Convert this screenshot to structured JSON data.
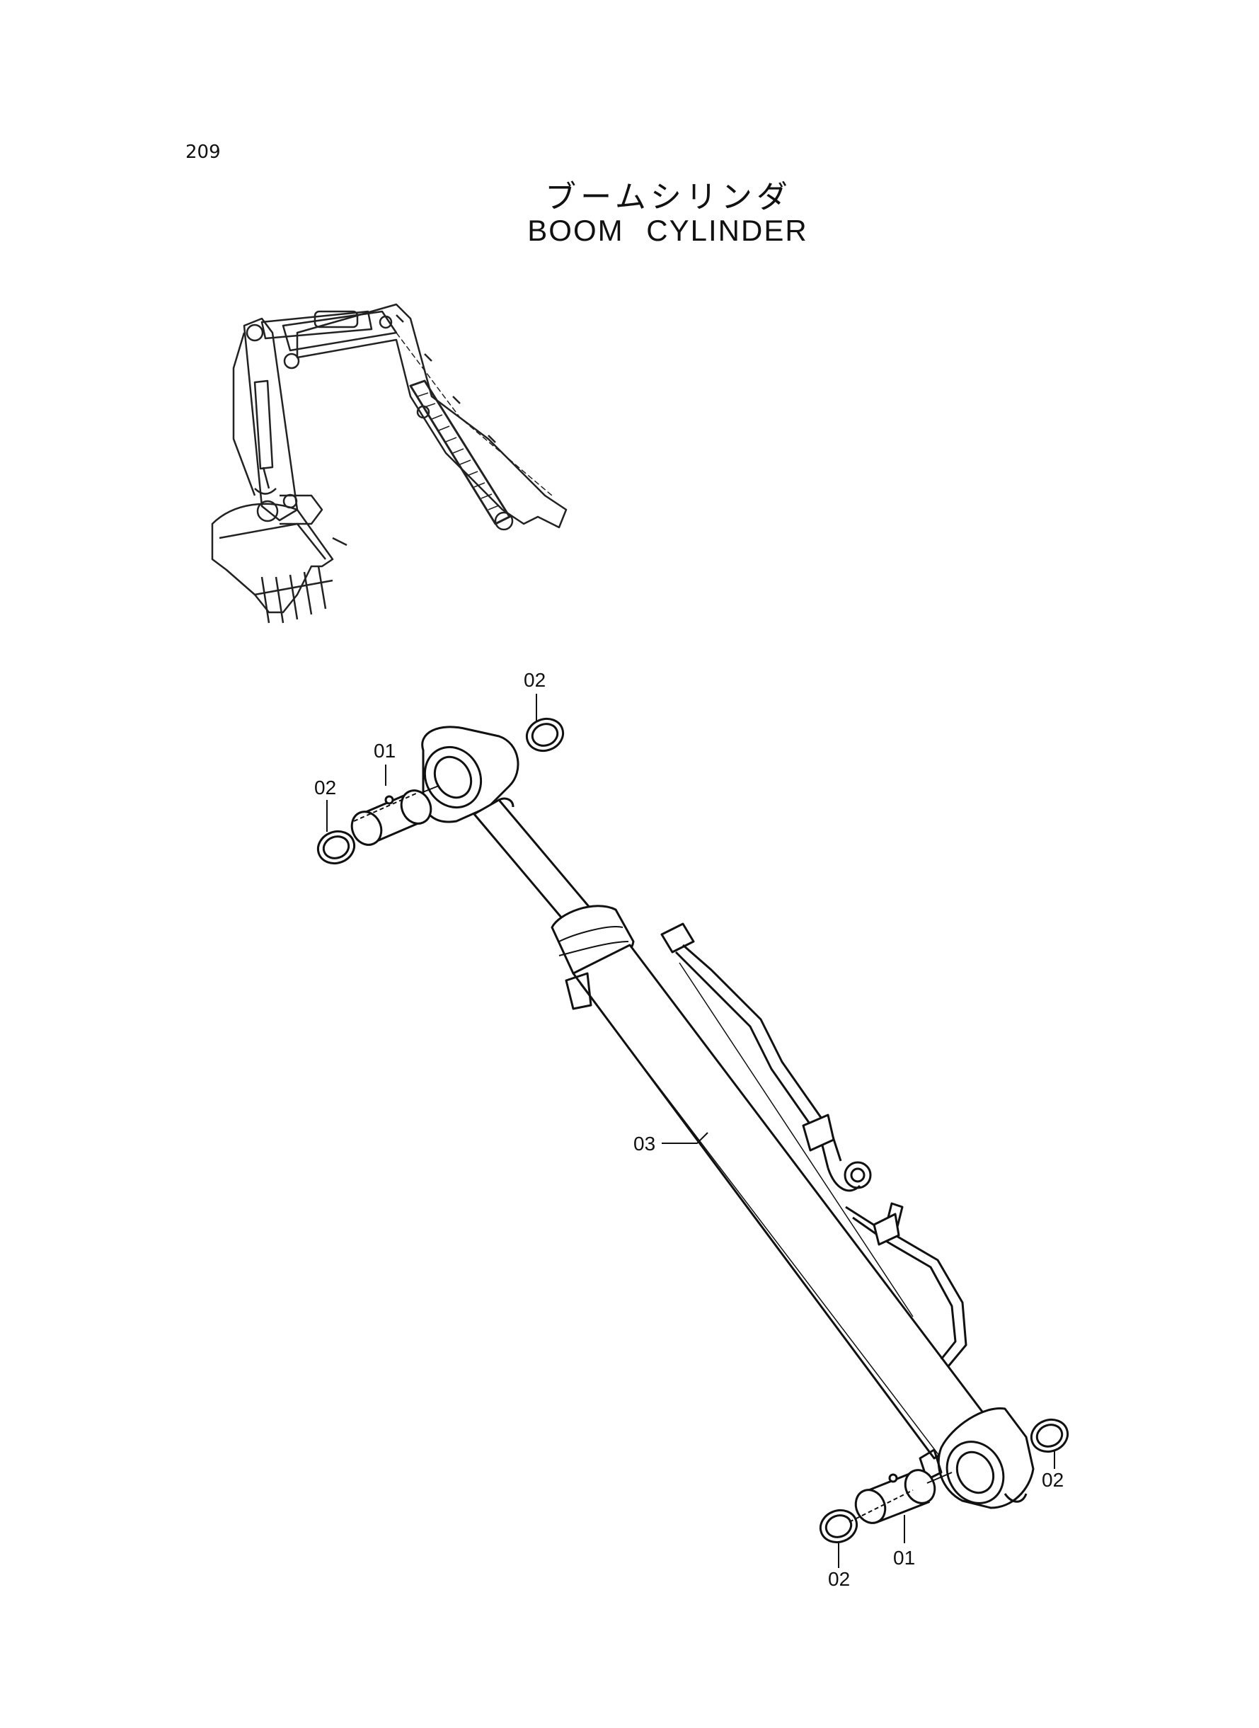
{
  "header": {
    "page_number": "209",
    "title_jp": "ブームシリンダ",
    "title_en": "BOOM CYLINDER"
  },
  "callouts": [
    {
      "id": "callout-02-top",
      "label": "02"
    },
    {
      "id": "callout-01-top",
      "label": "01"
    },
    {
      "id": "callout-02-left",
      "label": "02"
    },
    {
      "id": "callout-03",
      "label": "03"
    },
    {
      "id": "callout-02-right",
      "label": "02"
    },
    {
      "id": "callout-01-bottom",
      "label": "01"
    },
    {
      "id": "callout-02-bottom",
      "label": "02"
    }
  ]
}
